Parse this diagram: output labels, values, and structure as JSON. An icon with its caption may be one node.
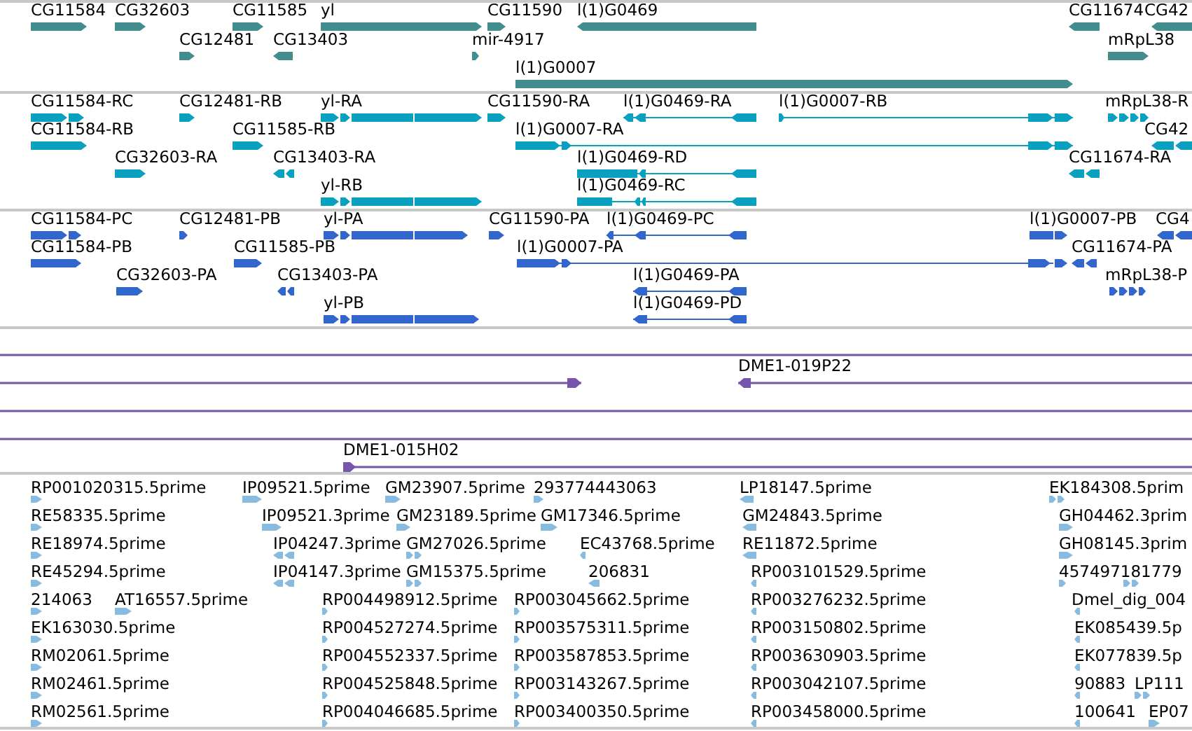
{
  "diagram": {
    "nodes": [
      {
        "text": [
          "CG11584"
        ]
      },
      {
        "text": [
          "CG32603"
        ]
      },
      {
        "text": [
          "CG11585"
        ]
      },
      {
        "text": [
          "yl"
        ]
      },
      {
        "text": [
          "CG11590"
        ]
      },
      {
        "text": [
          "l(1)G0469"
        ]
      },
      {
        "text": [
          "CG11674"
        ]
      },
      {
        "text": [
          "CG42"
        ]
      },
      {
        "text": [
          "CG12481"
        ]
      },
      {
        "text": [
          "CG13403"
        ]
      },
      {
        "text": [
          "mir-4917"
        ]
      },
      {
        "text": [
          "mRpL38"
        ]
      },
      {
        "text": [
          "l(1)G0007"
        ]
      },
      {
        "text": [
          "CG11584-RC"
        ]
      },
      {
        "text": [
          "CG12481-RB"
        ]
      },
      {
        "text": [
          "yl-RA"
        ]
      },
      {
        "text": [
          "CG11590-RA"
        ]
      },
      {
        "text": [
          "l(1)G0469-RA"
        ]
      },
      {
        "text": [
          "l(1)G0007-RB"
        ]
      },
      {
        "text": [
          "mRpL38-R"
        ]
      },
      {
        "text": [
          "CG11584-RB"
        ]
      },
      {
        "text": [
          "CG11585-RB"
        ]
      },
      {
        "text": [
          "l(1)G0007-RA"
        ]
      },
      {
        "text": [
          "CG42"
        ]
      },
      {
        "text": [
          "CG32603-RA"
        ]
      },
      {
        "text": [
          "CG13403-RA"
        ]
      },
      {
        "text": [
          "l(1)G0469-RD"
        ]
      },
      {
        "text": [
          "CG11674-RA"
        ]
      },
      {
        "text": [
          "yl-RB"
        ]
      },
      {
        "text": [
          "l(1)G0469-RC"
        ]
      },
      {
        "text": [
          "CG11584-PC"
        ]
      },
      {
        "text": [
          "CG12481-PB"
        ]
      },
      {
        "text": [
          "yl-PA"
        ]
      },
      {
        "text": [
          "CG11590-PA"
        ]
      },
      {
        "text": [
          "l(1)G0469-PC"
        ]
      },
      {
        "text": [
          "l(1)G0007-PB"
        ]
      },
      {
        "text": [
          "CG4"
        ]
      },
      {
        "text": [
          "CG11584-PB"
        ]
      },
      {
        "text": [
          "CG11585-PB"
        ]
      },
      {
        "text": [
          "l(1)G0007-PA"
        ]
      },
      {
        "text": [
          "CG11674-PA"
        ]
      },
      {
        "text": [
          "CG32603-PA"
        ]
      },
      {
        "text": [
          "CG13403-PA"
        ]
      },
      {
        "text": [
          "l(1)G0469-PA"
        ]
      },
      {
        "text": [
          "mRpL38-P"
        ]
      },
      {
        "text": [
          "yl-PB"
        ]
      },
      {
        "text": [
          "l(1)G0469-PD"
        ]
      },
      {
        "text": [],
        "shape": "bar"
      },
      {
        "text": [],
        "shape": "bar"
      },
      {
        "text": [
          "DME1-019P22"
        ]
      },
      {
        "text": [],
        "shape": "bar"
      },
      {
        "text": [],
        "shape": "bar"
      },
      {
        "text": [
          "DME1-015H02"
        ]
      },
      {
        "text": [
          "RP001020315.5prime"
        ]
      },
      {
        "text": [
          "IP09521.5prime"
        ]
      },
      {
        "text": [
          "GM23907.5prime"
        ]
      },
      {
        "text": [
          "293774443063"
        ]
      },
      {
        "text": [
          "LP18147.5prime"
        ]
      },
      {
        "text": [
          "EK184308.5prim"
        ]
      },
      {
        "text": [
          "RE58335.5prime"
        ]
      },
      {
        "text": [
          "IP09521.3prime"
        ]
      },
      {
        "text": [
          "GM23189.5prime"
        ]
      },
      {
        "text": [
          "GM17346.5prime"
        ]
      },
      {
        "text": [
          "GM24843.5prime"
        ]
      },
      {
        "text": [
          "GH04462.3prim"
        ]
      },
      {
        "text": [
          "RE18974.5prime"
        ]
      },
      {
        "text": [
          "IP04247.3prime"
        ]
      },
      {
        "text": [
          "GM27026.5prime"
        ]
      },
      {
        "text": [
          "EC43768.5prime"
        ]
      },
      {
        "text": [
          "RE11872.5prime"
        ]
      },
      {
        "text": [
          "GH08145.3prim"
        ]
      },
      {
        "text": [
          "RE45294.5prime"
        ]
      },
      {
        "text": [
          "IP04147.3prime"
        ]
      },
      {
        "text": [
          "GM15375.5prime"
        ]
      },
      {
        "text": [
          "206831"
        ]
      },
      {
        "text": [
          "RP003101529.5prime"
        ]
      },
      {
        "text": [
          "457497181779"
        ]
      },
      {
        "text": [],
        "shape": "bar"
      },
      {
        "text": [
          "214063"
        ]
      },
      {
        "text": [
          "AT16557.5prime"
        ]
      },
      {
        "text": [
          "RP004498912.5prime"
        ]
      },
      {
        "text": [
          "RP003045662.5prime"
        ]
      },
      {
        "text": [
          "RP003276232.5prime"
        ]
      },
      {
        "text": [
          "Dmel_dig_004"
        ]
      },
      {
        "text": [
          "EK163030.5prime"
        ]
      },
      {
        "text": [
          "RP004527274.5prime"
        ]
      },
      {
        "text": [
          "RP003575311.5prime"
        ]
      },
      {
        "text": [
          "RP003150802.5prime"
        ]
      },
      {
        "text": [
          "EK085439.5p"
        ]
      },
      {
        "text": [
          "RM02061.5prime"
        ]
      },
      {
        "text": [
          "RP004552337.5prime"
        ]
      },
      {
        "text": [
          "RP003587853.5prime"
        ]
      },
      {
        "text": [
          "RP003630903.5prime"
        ]
      },
      {
        "text": [
          "EK077839.5p"
        ]
      },
      {
        "text": [
          "RM02461.5prime"
        ]
      },
      {
        "text": [
          "RP004525848.5prime"
        ]
      },
      {
        "text": [
          "RP003143267.5prime"
        ]
      },
      {
        "text": [
          "RP003042107.5prime"
        ]
      },
      {
        "text": [
          "90883"
        ]
      },
      {
        "text": [
          "LP111"
        ]
      },
      {
        "text": [
          "RM02561.5prime"
        ]
      },
      {
        "text": [
          "RP004046685.5prime"
        ]
      },
      {
        "text": [
          "RP003400350.5prime"
        ]
      },
      {
        "text": [
          "RP003458000.5prime"
        ]
      },
      {
        "text": [
          "100641"
        ]
      },
      {
        "text": [
          "EP07"
        ]
      }
    ]
  }
}
